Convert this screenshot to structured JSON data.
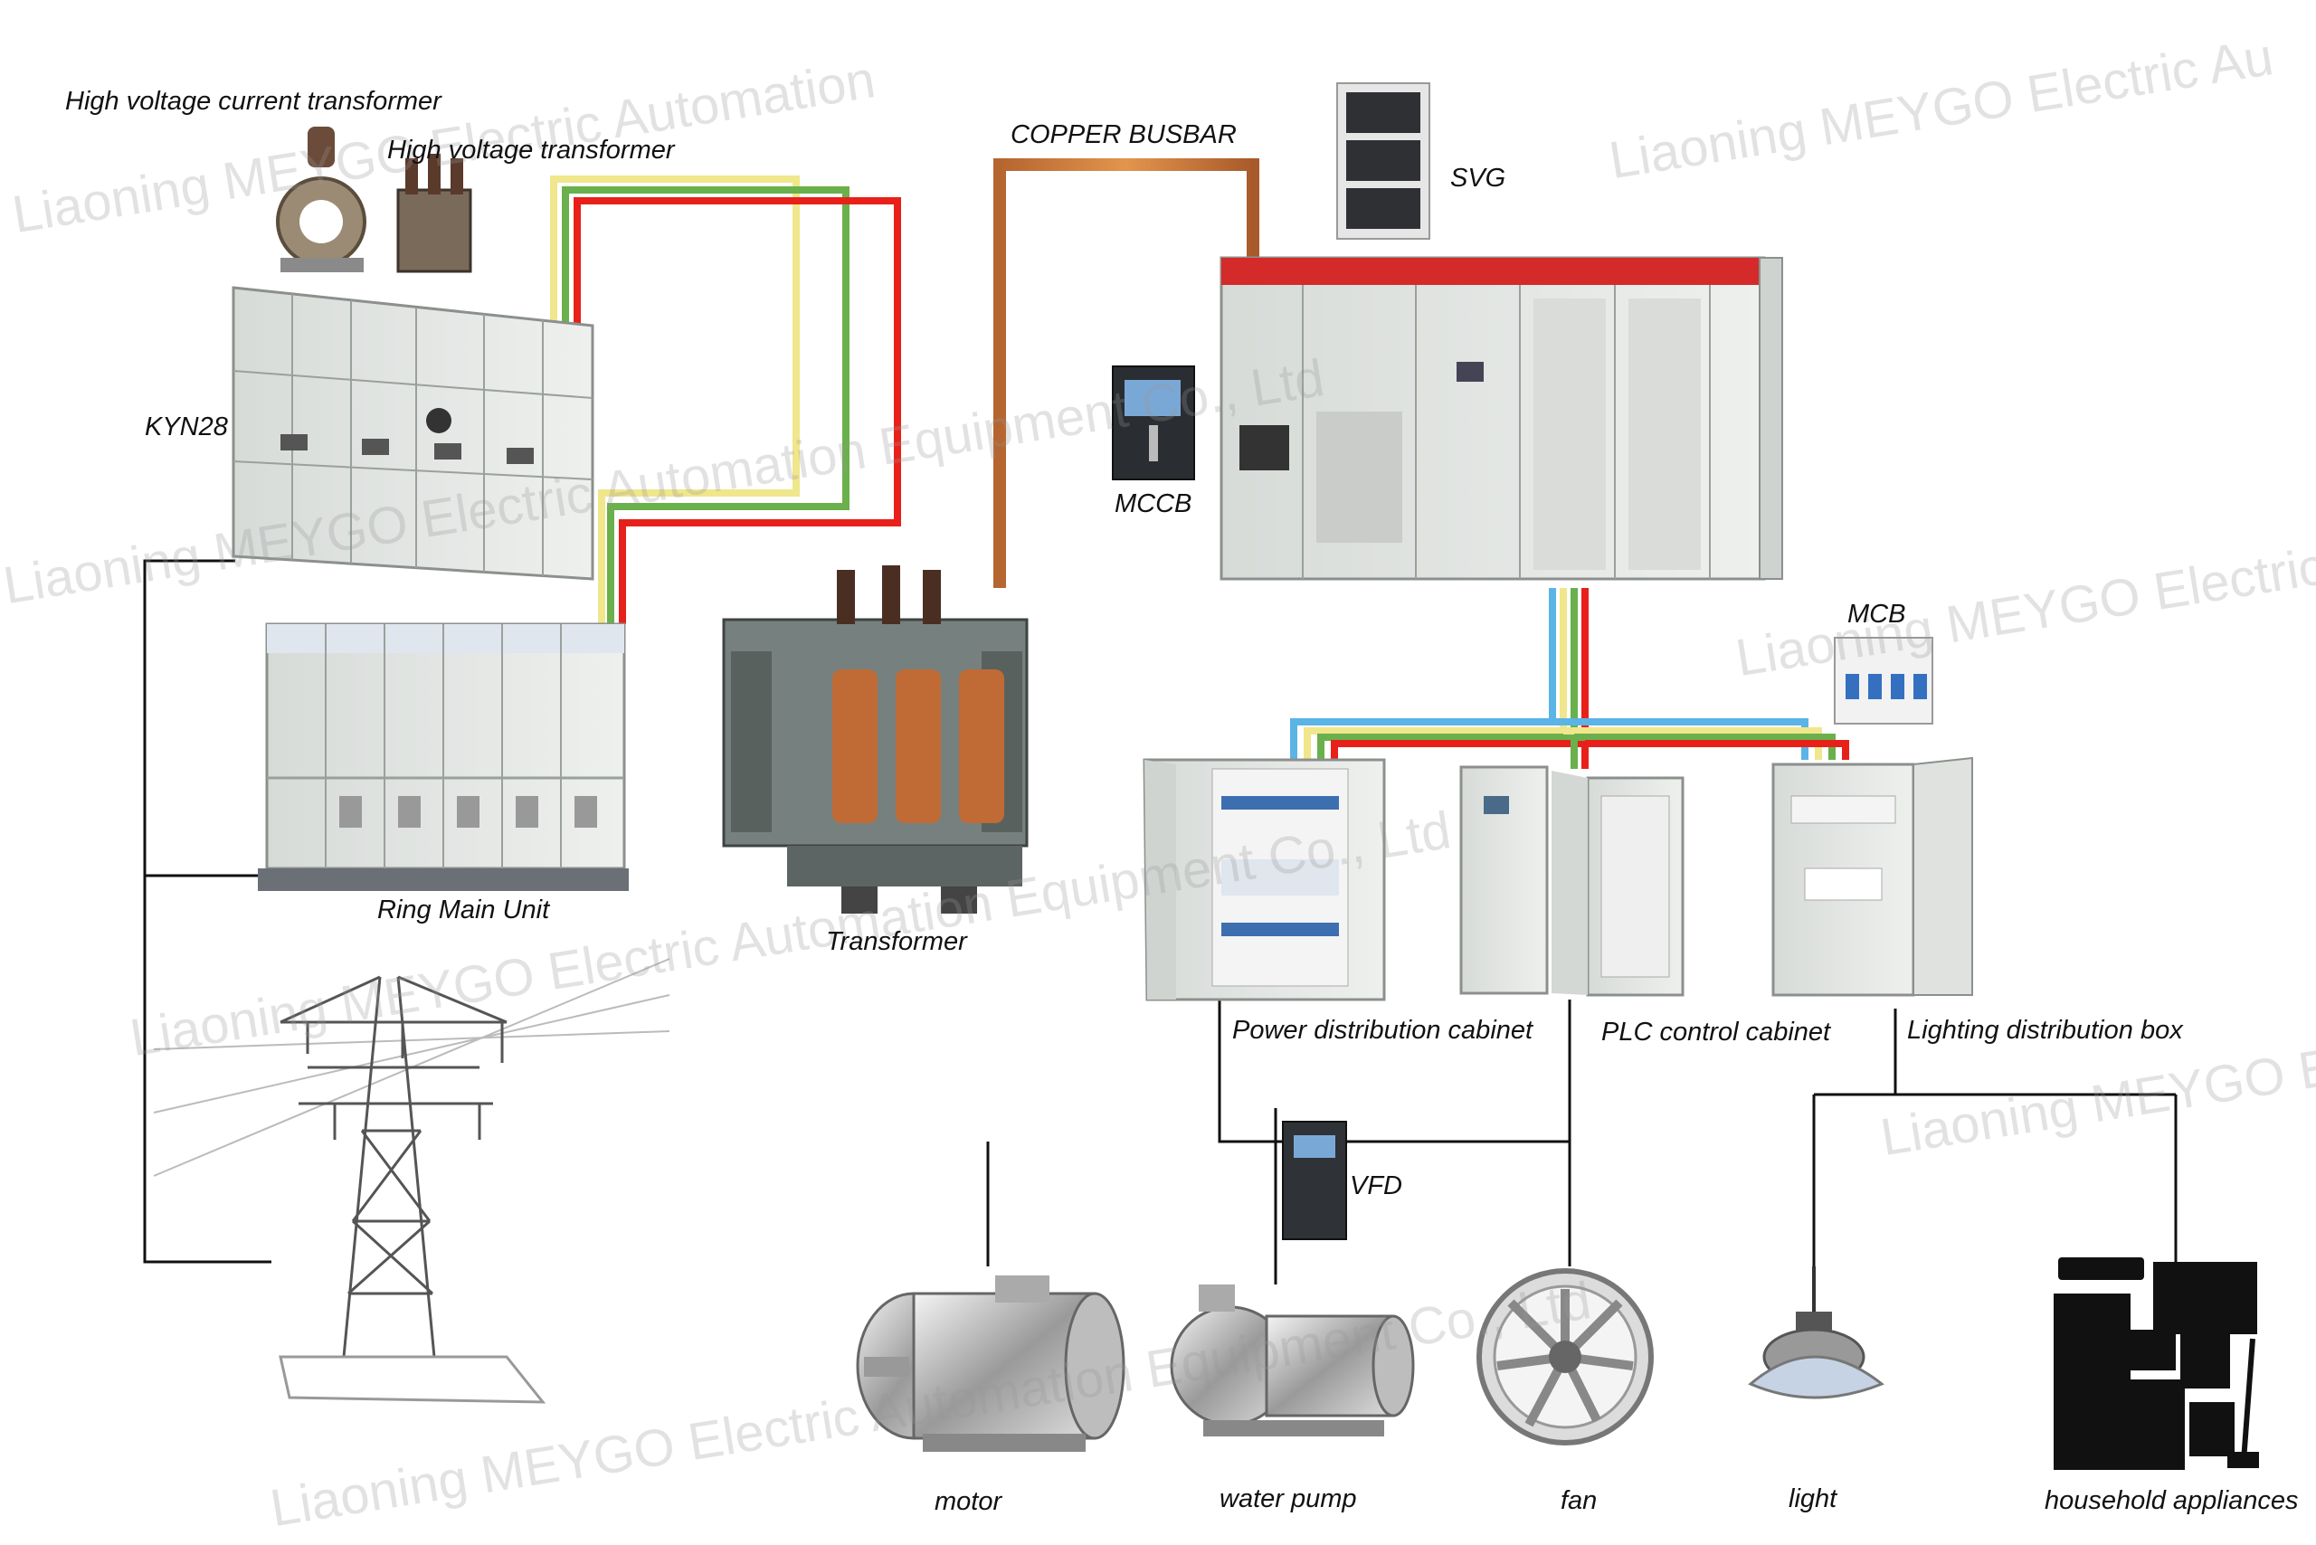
{
  "labels": {
    "hv_current_transformer": "High voltage current transformer",
    "hv_transformer": "High voltage transformer",
    "kyn28": "KYN28",
    "ring_main_unit": "Ring Main Unit",
    "transformer": "Transformer",
    "copper_busbar": "COPPER BUSBAR",
    "svg": "SVG",
    "mccb": "MCCB",
    "mcb": "MCB",
    "power_distribution_cabinet": "Power distribution cabinet",
    "plc_control_cabinet": "PLC control cabinet",
    "lighting_distribution_box": "Lighting distribution box",
    "vfd": "VFD",
    "motor": "motor",
    "water_pump": "water pump",
    "fan": "fan",
    "light": "light",
    "household_appliances": "household appliances"
  },
  "watermark": {
    "line1": "Liaoning MEYGO Electric Automation Equipment Co., Ltd",
    "short1": "Liaoning MEYGO Electric Au",
    "short2": "Liaoning MEYGO Electric",
    "short3": "Liaoning MEYGO E",
    "short4": "Liaoning MEYGO Electric Automation",
    "short5": "Electric Automation Equipment Co., Ltd",
    "short6": "Liaoning MEYGO Electric Automation Equipment Co., Ltd"
  },
  "colors": {
    "phase_yellow": "#f0e68c",
    "phase_green": "#6ab04c",
    "phase_red": "#e8201a",
    "phase_blue": "#5ab4e6",
    "copper": "#d9946a",
    "cabinet": "#e4e7e4",
    "line_black": "#111111"
  }
}
